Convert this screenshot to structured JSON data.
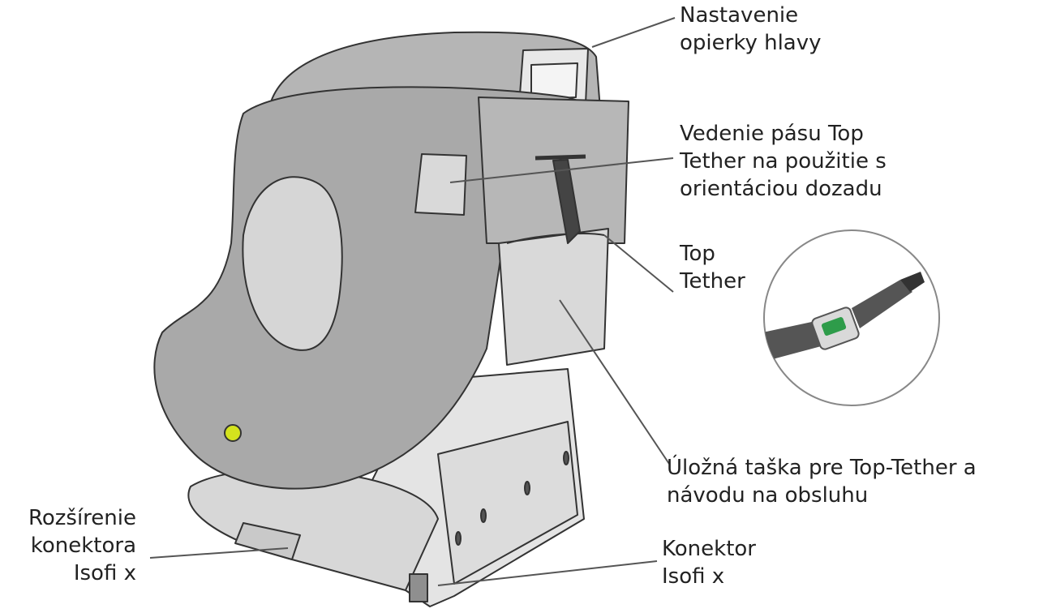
{
  "callouts": {
    "headrest_adjustment": [
      "Nastavenie",
      "opierky hlavy"
    ],
    "top_tether_guide": [
      "Vedenie pásu Top",
      "Tether na použitie s",
      "orientáciou dozadu"
    ],
    "top_tether": [
      "Top",
      "Tether"
    ],
    "storage_bag": [
      "Úložná taška pre Top-Tether a",
      "návodu na obsluhu"
    ],
    "isofix_extension": [
      "Rozšírenie",
      "konektora",
      "Isofi x"
    ],
    "isofix_connector": [
      "Konektor",
      "Isofi x"
    ]
  },
  "colors": {
    "shell_dark": "#a9a9a9",
    "shell_mid": "#bdbdbd",
    "panel_light": "#d9d9d9",
    "base_light": "#e4e4e4",
    "outline": "#333333",
    "belt": "#444444",
    "indicator_green": "#d4e31e",
    "clip_green": "#2e9c4a"
  }
}
